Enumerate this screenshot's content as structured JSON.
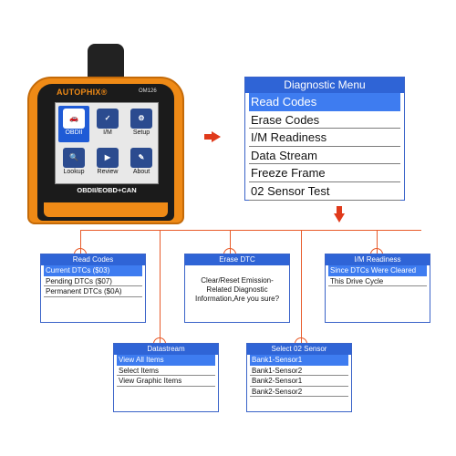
{
  "device": {
    "brand": "AUTOPHIX®",
    "model": "OM126",
    "apps": [
      {
        "label": "OBDII",
        "icon": "car-icon",
        "glyph": "🚗"
      },
      {
        "label": "I/M",
        "icon": "car-check-icon",
        "glyph": "✓"
      },
      {
        "label": "Setup",
        "icon": "wrench-icon",
        "glyph": "⚙"
      },
      {
        "label": "Lookup",
        "icon": "magnifier-icon",
        "glyph": "🔍"
      },
      {
        "label": "Review",
        "icon": "clapper-icon",
        "glyph": "▶"
      },
      {
        "label": "About",
        "icon": "document-icon",
        "glyph": "✎"
      }
    ],
    "footer": "OBDII/EOBD+CAN"
  },
  "diagnostic_menu": {
    "title": "Diagnostic Menu",
    "items": [
      "Read Codes",
      "Erase Codes",
      "I/M Readiness",
      "Data Stream",
      "Freeze Frame",
      "02 Sensor Test"
    ]
  },
  "read_codes": {
    "title": "Read Codes",
    "items": [
      "Current DTCs ($03)",
      "Pending DTCs ($07)",
      "Permanent DTCs ($0A)"
    ]
  },
  "erase_dtc": {
    "title": "Erase DTC",
    "message": "Clear/Reset Emission-Related Diagnostic Information,Are you sure?"
  },
  "im_readiness": {
    "title": "I/M Readiness",
    "items": [
      "Since DTCs Were Cleared",
      "This Drive Cycle"
    ]
  },
  "datastream": {
    "title": "Datastream",
    "items": [
      "View All Items",
      "Select Items",
      "View Graphic Items"
    ]
  },
  "select_o2": {
    "title": "Select 02 Sensor",
    "items": [
      "Bank1-Sensor1",
      "Bank1-Sensor2",
      "Bank2-Sensor1",
      "Bank2-Sensor2"
    ]
  },
  "colors": {
    "header_blue": "#2f64d6",
    "selection_blue": "#3e7cf0",
    "arrow_red": "#e03a1b",
    "device_orange": "#ef8a16"
  }
}
